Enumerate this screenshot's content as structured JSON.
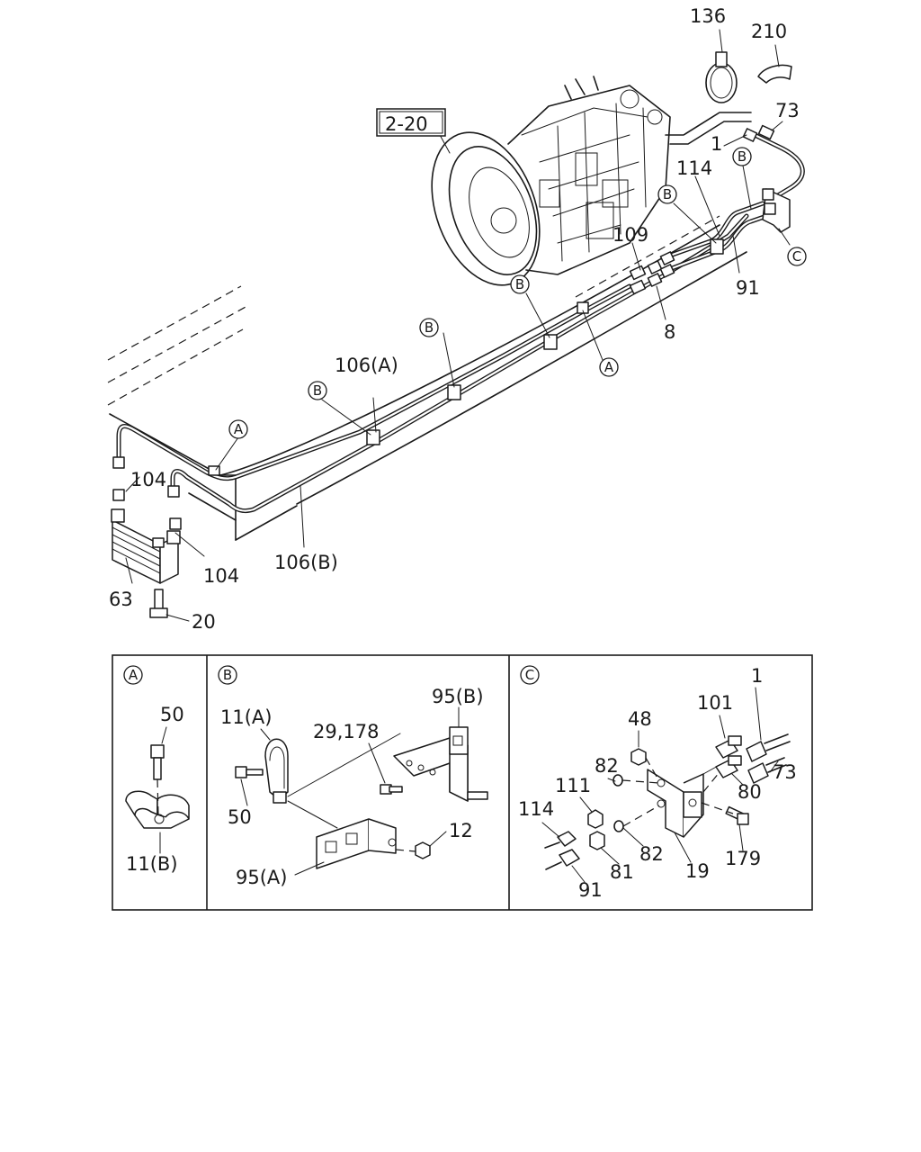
{
  "figure": {
    "ref_box_label": "2-20",
    "markers": {
      "a": "A",
      "b": "B",
      "c": "C"
    },
    "main_labels": {
      "p136": "136",
      "p210": "210",
      "p73": "73",
      "p1": "1",
      "p114": "114",
      "p109": "109",
      "p91": "91",
      "p8": "8",
      "p106a": "106(A)",
      "p106b": "106(B)",
      "p104a": "104",
      "p104b": "104",
      "p63": "63",
      "p20": "20"
    },
    "detail_a": {
      "p50": "50",
      "p11b": "11(B)"
    },
    "detail_b": {
      "p11a": "11(A)",
      "p29": "29,178",
      "p95b": "95(B)",
      "p50": "50",
      "p12": "12",
      "p95a": "95(A)"
    },
    "detail_c": {
      "p48": "48",
      "p101": "101",
      "p1": "1",
      "p82a": "82",
      "p111": "111",
      "p73": "73",
      "p80": "80",
      "p114": "114",
      "p82b": "82",
      "p179": "179",
      "p81": "81",
      "p19": "19",
      "p91": "91"
    }
  }
}
